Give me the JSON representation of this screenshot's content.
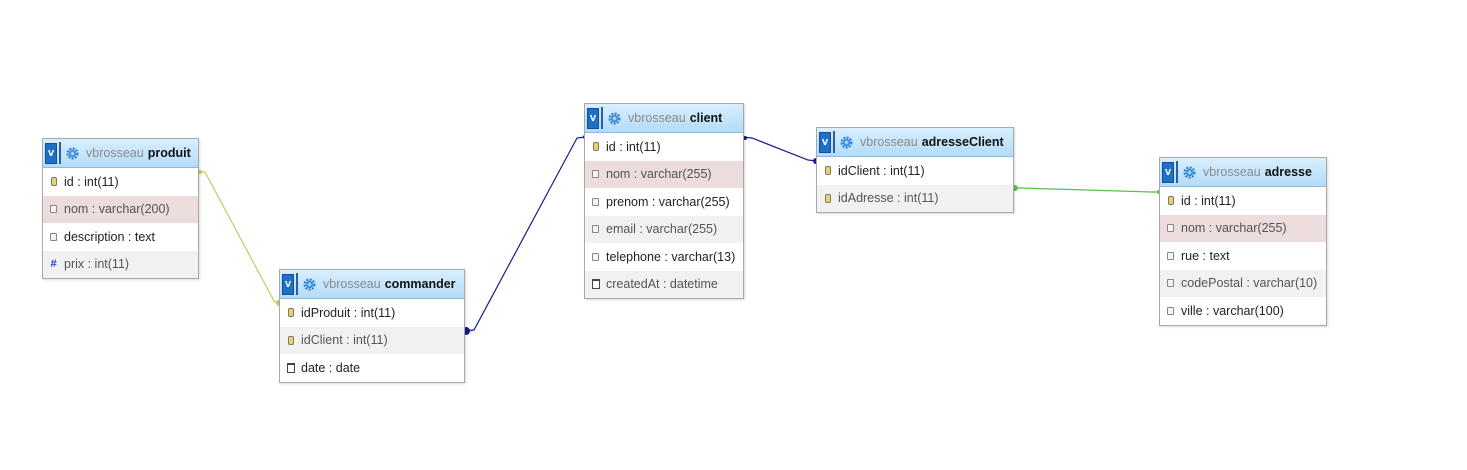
{
  "database": "vbrosseau",
  "tables": [
    {
      "key": "produit",
      "name": "produit",
      "fields": [
        {
          "text": "id : int(11)",
          "icon": "key-icon",
          "bg": "white"
        },
        {
          "text": "nom : varchar(200)",
          "icon": "field-icon",
          "bg": "highlight"
        },
        {
          "text": "description : text",
          "icon": "field-icon",
          "bg": "white"
        },
        {
          "text": "prix : int(11)",
          "icon": "hash-icon",
          "bg": "alt"
        }
      ]
    },
    {
      "key": "commander",
      "name": "commander",
      "fields": [
        {
          "text": "idProduit : int(11)",
          "icon": "key-icon",
          "bg": "white"
        },
        {
          "text": "idClient : int(11)",
          "icon": "key-icon",
          "bg": "alt"
        },
        {
          "text": "date : date",
          "icon": "calendar-icon",
          "bg": "white"
        }
      ]
    },
    {
      "key": "client",
      "name": "client",
      "fields": [
        {
          "text": "id : int(11)",
          "icon": "key-icon",
          "bg": "white"
        },
        {
          "text": "nom : varchar(255)",
          "icon": "field-icon",
          "bg": "highlight"
        },
        {
          "text": "prenom : varchar(255)",
          "icon": "field-icon",
          "bg": "white"
        },
        {
          "text": "email : varchar(255)",
          "icon": "field-icon",
          "bg": "alt"
        },
        {
          "text": "telephone : varchar(13)",
          "icon": "field-icon",
          "bg": "white"
        },
        {
          "text": "createdAt : datetime",
          "icon": "calendar-icon",
          "bg": "alt"
        }
      ]
    },
    {
      "key": "adresseClient",
      "name": "adresseClient",
      "fields": [
        {
          "text": "idClient : int(11)",
          "icon": "key-icon",
          "bg": "white"
        },
        {
          "text": "idAdresse : int(11)",
          "icon": "key-icon",
          "bg": "alt"
        }
      ]
    },
    {
      "key": "adresse",
      "name": "adresse",
      "fields": [
        {
          "text": "id : int(11)",
          "icon": "key-icon",
          "bg": "white"
        },
        {
          "text": "nom : varchar(255)",
          "icon": "field-icon",
          "bg": "highlight"
        },
        {
          "text": "rue : text",
          "icon": "field-icon",
          "bg": "white"
        },
        {
          "text": "codePostal : varchar(10)",
          "icon": "field-icon",
          "bg": "alt"
        },
        {
          "text": "ville : varchar(100)",
          "icon": "field-icon",
          "bg": "white"
        }
      ]
    }
  ],
  "relations": [
    {
      "from": "produit.id",
      "to": "commander.idProduit",
      "color": "#c8c85a"
    },
    {
      "from": "client.id",
      "to": "commander.idClient",
      "color": "#1a1a8c"
    },
    {
      "from": "client.id",
      "to": "adresseClient.idClient",
      "color": "#1a1a8c"
    },
    {
      "from": "adresse.id",
      "to": "adresseClient.idAdresse",
      "color": "#5cbf4a"
    }
  ],
  "colors": {
    "header_top": "#d9efff",
    "header_bottom": "#b3dcf7",
    "highlight_row": "#ecdcdc",
    "alt_row": "#f1f1f1",
    "v_button": "#1e6fc8"
  }
}
